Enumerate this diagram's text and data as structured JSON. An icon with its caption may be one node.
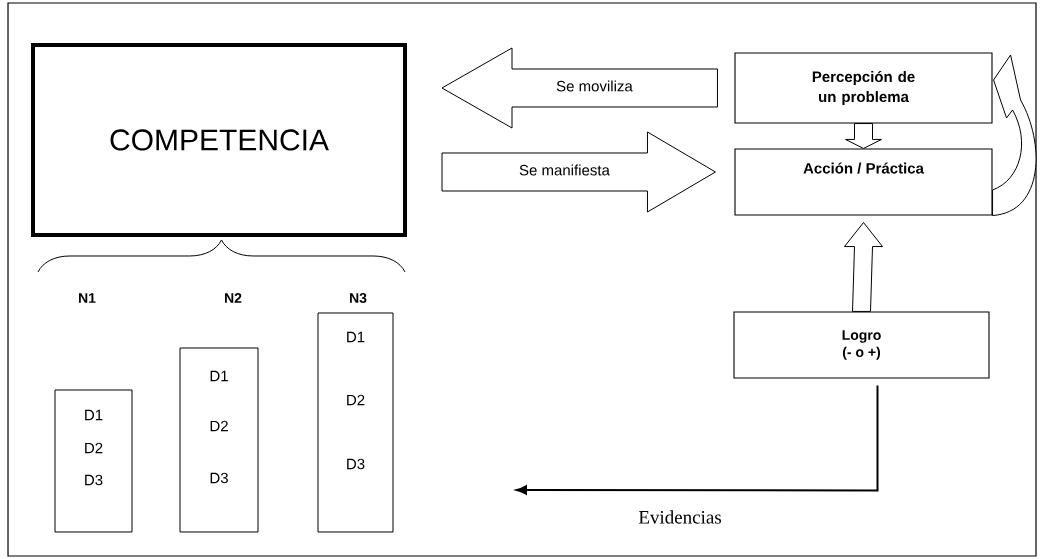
{
  "diagram": {
    "nodes": [
      {
        "text": [
          "COMPETENCIA"
        ]
      },
      {
        "text": [
          "Percepción de un problema"
        ]
      },
      {
        "text": [
          "Acción / Práctica"
        ]
      },
      {
        "text": [
          "Logro",
          "(- o +)"
        ]
      },
      {
        "text": [
          "D1",
          "D2",
          "D3"
        ]
      },
      {
        "text": [
          "D1",
          "D2",
          "D3"
        ]
      },
      {
        "text": [
          "D1",
          "D2",
          "D3"
        ]
      }
    ],
    "labels": [
      "N1",
      "N2",
      "N3"
    ],
    "edges": [
      {
        "from": 1,
        "to": 0,
        "arrow": "to",
        "label": "Se moviliza"
      },
      {
        "from": 0,
        "to": 2,
        "arrow": "to",
        "label": "Se manifiesta"
      },
      {
        "from": 1,
        "to": 2,
        "arrow": "to"
      },
      {
        "from": 3,
        "to": 2,
        "arrow": "to"
      },
      {
        "from": 2,
        "to": 1,
        "arrow": "to"
      },
      {
        "from": 3,
        "to": null,
        "arrow": "to",
        "label": "Evidencias"
      }
    ]
  }
}
